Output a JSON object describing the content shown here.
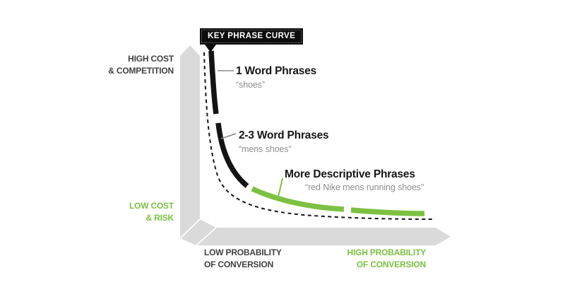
{
  "badge": {
    "label": "KEY PHRASE CURVE"
  },
  "y_axis": {
    "top_label_line1": "HIGH COST",
    "top_label_line2": "& COMPETITION",
    "bottom_label_line1": "LOW COST",
    "bottom_label_line2": "& RISK"
  },
  "x_axis": {
    "left_label_line1": "LOW PROBABILITY",
    "left_label_line2": "OF CONVERSION",
    "right_label_line1": "HIGH PROBABILITY",
    "right_label_line2": "OF CONVERSION"
  },
  "annotations": [
    {
      "title": "1 Word Phrases",
      "example": "“shoes”"
    },
    {
      "title": "2-3 Word Phrases",
      "example": "“mens shoes”"
    },
    {
      "title": "More Descriptive Phrases",
      "example": "“red Nike mens running shoes”"
    }
  ],
  "colors": {
    "green": "#7CC142",
    "black": "#141414",
    "dark_text": "#414141",
    "muted_text": "#8E8E8E",
    "axis_gray": "#DADADA",
    "connector_gray": "#8A8A8A"
  }
}
